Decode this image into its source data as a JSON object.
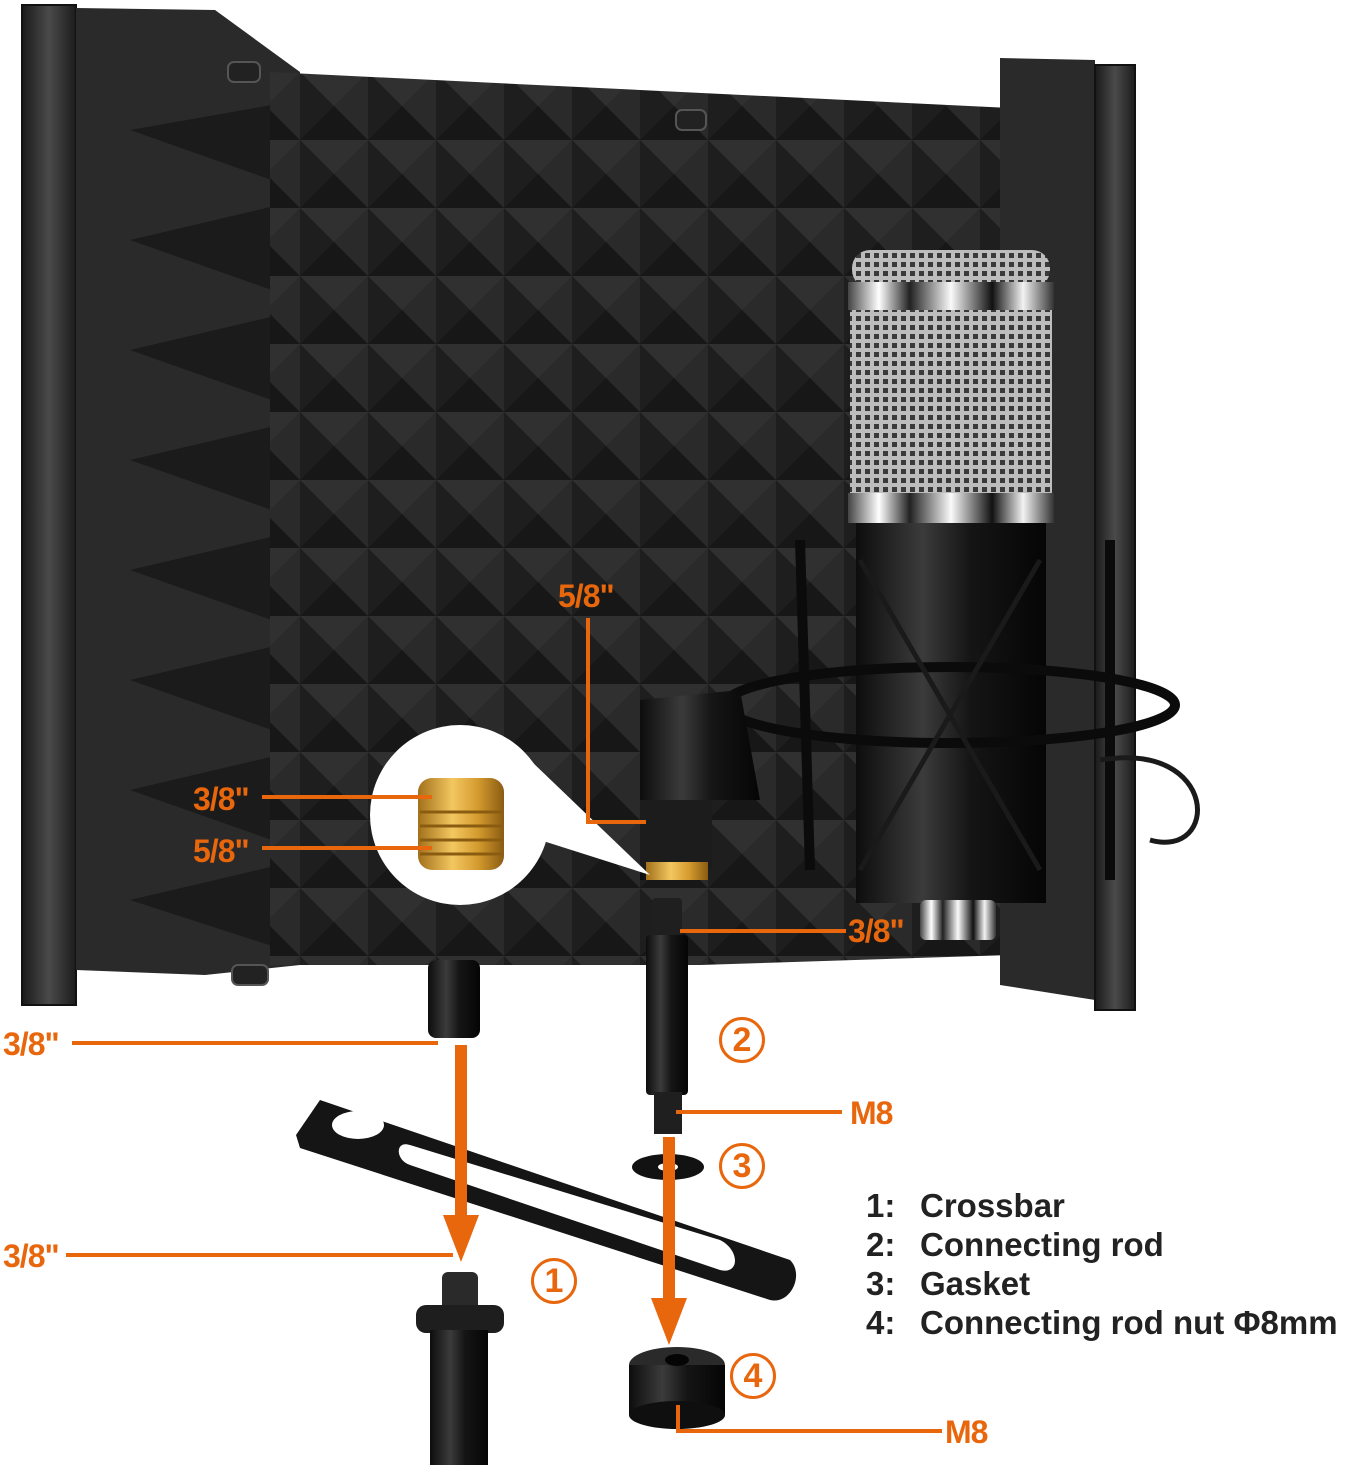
{
  "figure": {
    "subject": "Microphone isolation shield with condenser microphone — assembly diagram",
    "accent_color": "#E8660C",
    "text_color": "#222222",
    "foam_color": "#2b2b2b"
  },
  "callouts": {
    "adapter_top": "3/8\"",
    "adapter_bottom": "5/8\"",
    "shock_mount_thread": "5/8\"",
    "rod_top_thread": "3/8\"",
    "shield_mount": "3/8\"",
    "stand_thread": "3/8\"",
    "rod_bottom_thread": "M8",
    "nut_thread": "M8"
  },
  "part_markers": {
    "crossbar": "1",
    "connecting_rod": "2",
    "gasket": "3",
    "nut": "4"
  },
  "legend": {
    "items": [
      {
        "index": "1:",
        "label": "Crossbar"
      },
      {
        "index": "2:",
        "label": "Connecting rod"
      },
      {
        "index": "3:",
        "label": "Gasket"
      },
      {
        "index": "4:",
        "label": "Connecting rod nut Φ8mm"
      }
    ]
  }
}
